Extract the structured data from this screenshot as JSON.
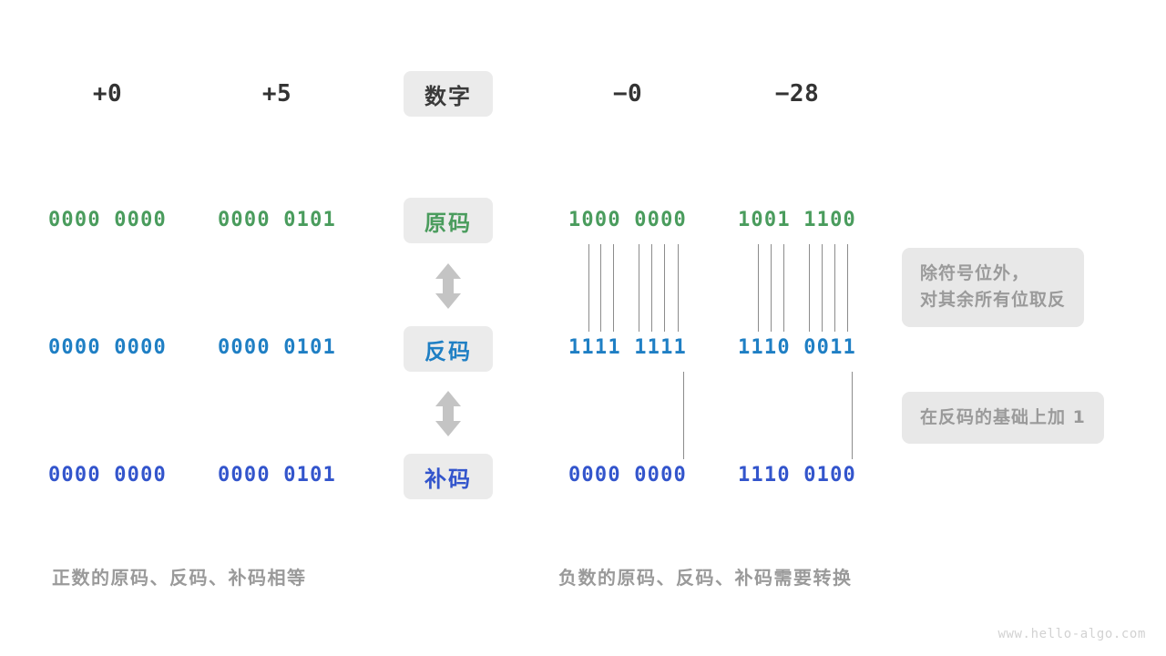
{
  "meta": {
    "watermark": "www.hello-algo.com"
  },
  "colors": {
    "sign_magnitude": "#4a9c5d",
    "ones_complement": "#1f7fc4",
    "twos_complement": "#3355cc",
    "badge_bg": "#ebebeb",
    "note_bg": "#e8e8e8",
    "note_text": "#9a9a9a",
    "connector": "#8c8c8c",
    "arrow": "#c4c4c4",
    "header_text": "#333333"
  },
  "row_labels": {
    "header": "数字",
    "sign_magnitude": "原码",
    "ones_complement": "反码",
    "twos_complement": "补码"
  },
  "columns": [
    {
      "name": "plus-zero",
      "number": "+0",
      "side": "left"
    },
    {
      "name": "plus-five",
      "number": "+5",
      "side": "left"
    },
    {
      "name": "minus-zero",
      "number": "−0",
      "side": "right"
    },
    {
      "name": "minus-28",
      "number": "−28",
      "side": "right"
    }
  ],
  "table": {
    "sign_magnitude": [
      "0000 0000",
      "0000 0101",
      "1000 0000",
      "1001 1100"
    ],
    "ones_complement": [
      "0000 0000",
      "0000 0101",
      "1111 1111",
      "1110 0011"
    ],
    "twos_complement": [
      "0000 0000",
      "0000 0101",
      "0000 0000",
      "1110 0100"
    ]
  },
  "notes": {
    "invert": {
      "line1": "除符号位外，",
      "line2": "对其余所有位取反"
    },
    "add_one": "在反码的基础上加 1"
  },
  "captions": {
    "left": "正数的原码、反码、补码相等",
    "right": "负数的原码、反码、补码需要转换"
  },
  "icons": {
    "arrow_updown": "double-arrow-vertical"
  }
}
